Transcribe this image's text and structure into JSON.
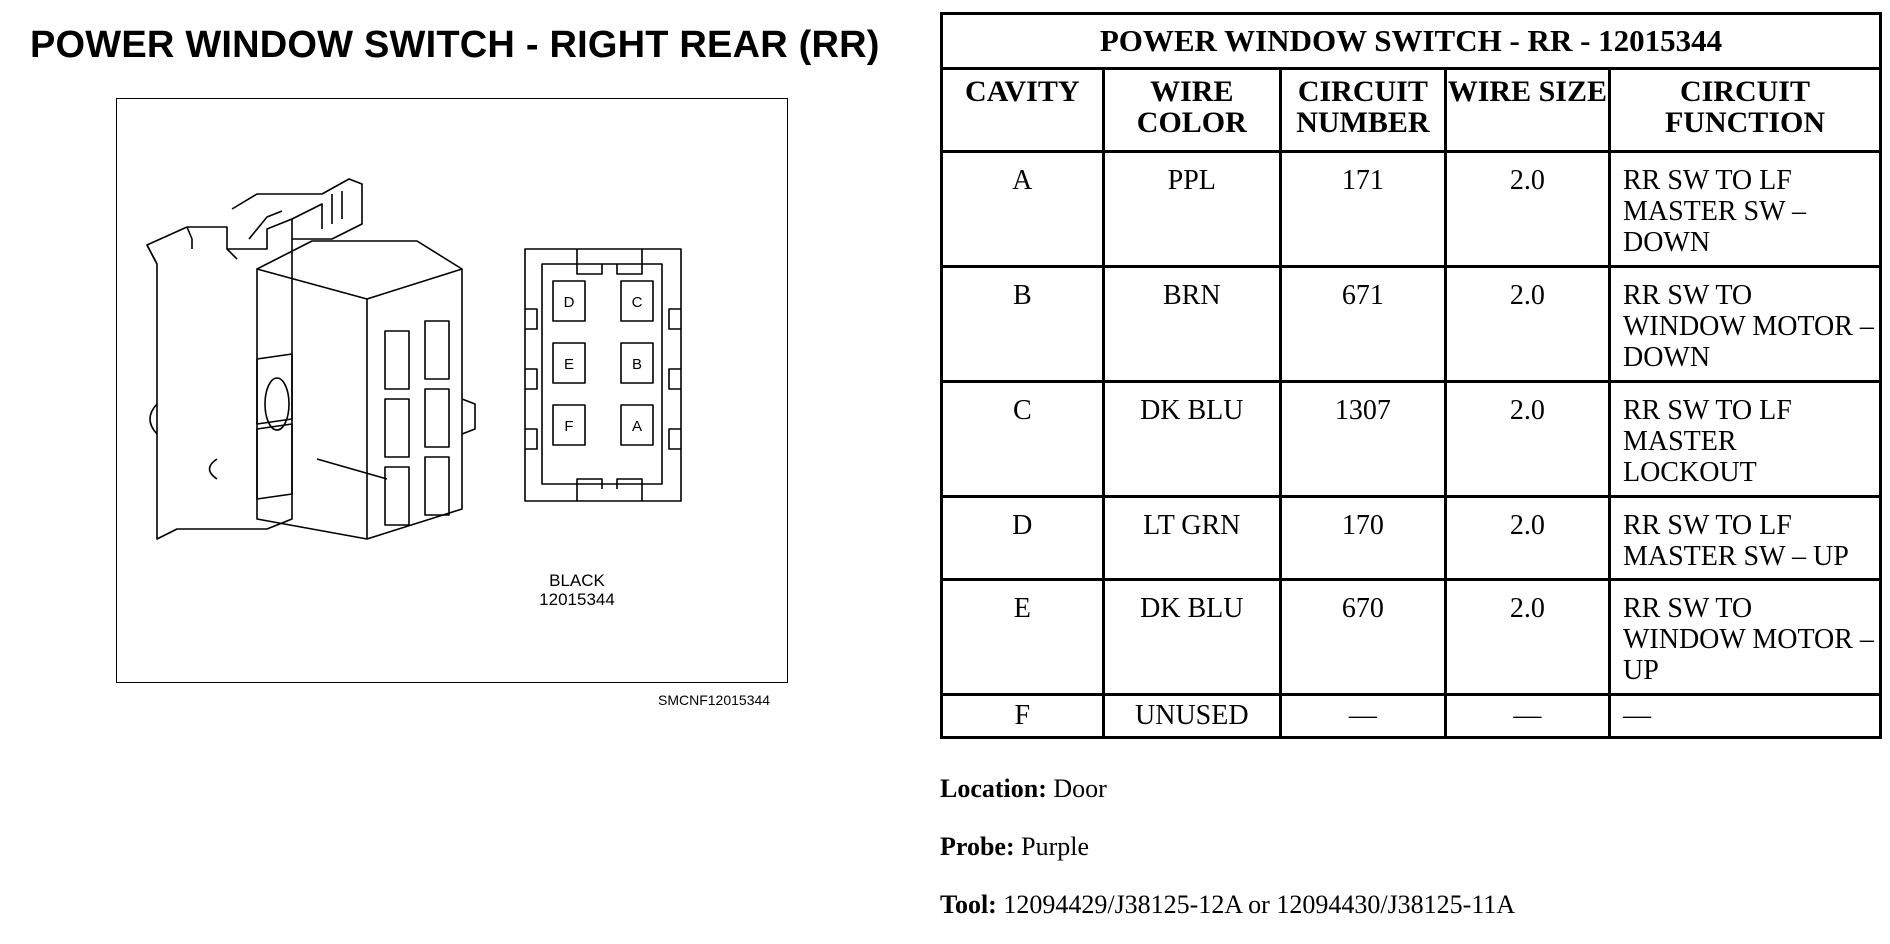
{
  "diagram": {
    "title": "POWER WINDOW SWITCH - RIGHT REAR (RR)",
    "connector_color": "BLACK",
    "connector_part": "12015344",
    "figure_code": "SMCNF12015344",
    "cavity_labels": [
      "D",
      "C",
      "E",
      "B",
      "F",
      "A"
    ]
  },
  "table": {
    "title": "POWER WINDOW SWITCH - RR - 12015344",
    "headers": [
      "CAVITY",
      "WIRE COLOR",
      "CIRCUIT NUMBER",
      "WIRE SIZE",
      "CIRCUIT FUNCTION"
    ],
    "rows": [
      {
        "cavity": "A",
        "color": "PPL",
        "circuit": "171",
        "size": "2.0",
        "function": "RR SW TO LF MASTER SW – DOWN"
      },
      {
        "cavity": "B",
        "color": "BRN",
        "circuit": "671",
        "size": "2.0",
        "function": "RR SW TO WINDOW MOTOR – DOWN"
      },
      {
        "cavity": "C",
        "color": "DK BLU",
        "circuit": "1307",
        "size": "2.0",
        "function": "RR SW TO LF MASTER LOCKOUT"
      },
      {
        "cavity": "D",
        "color": "LT GRN",
        "circuit": "170",
        "size": "2.0",
        "function": "RR SW TO LF MASTER SW – UP"
      },
      {
        "cavity": "E",
        "color": "DK BLU",
        "circuit": "670",
        "size": "2.0",
        "function": "RR SW TO WINDOW MOTOR – UP"
      },
      {
        "cavity": "F",
        "color": "UNUSED",
        "circuit": "—",
        "size": "—",
        "function": "—"
      }
    ]
  },
  "notes": {
    "location_label": "Location:",
    "location_value": "Door",
    "probe_label": "Probe:",
    "probe_value": "Purple",
    "tool_label": "Tool:",
    "tool_value": "12094429/J38125-12A or 12094430/J38125-11A"
  }
}
